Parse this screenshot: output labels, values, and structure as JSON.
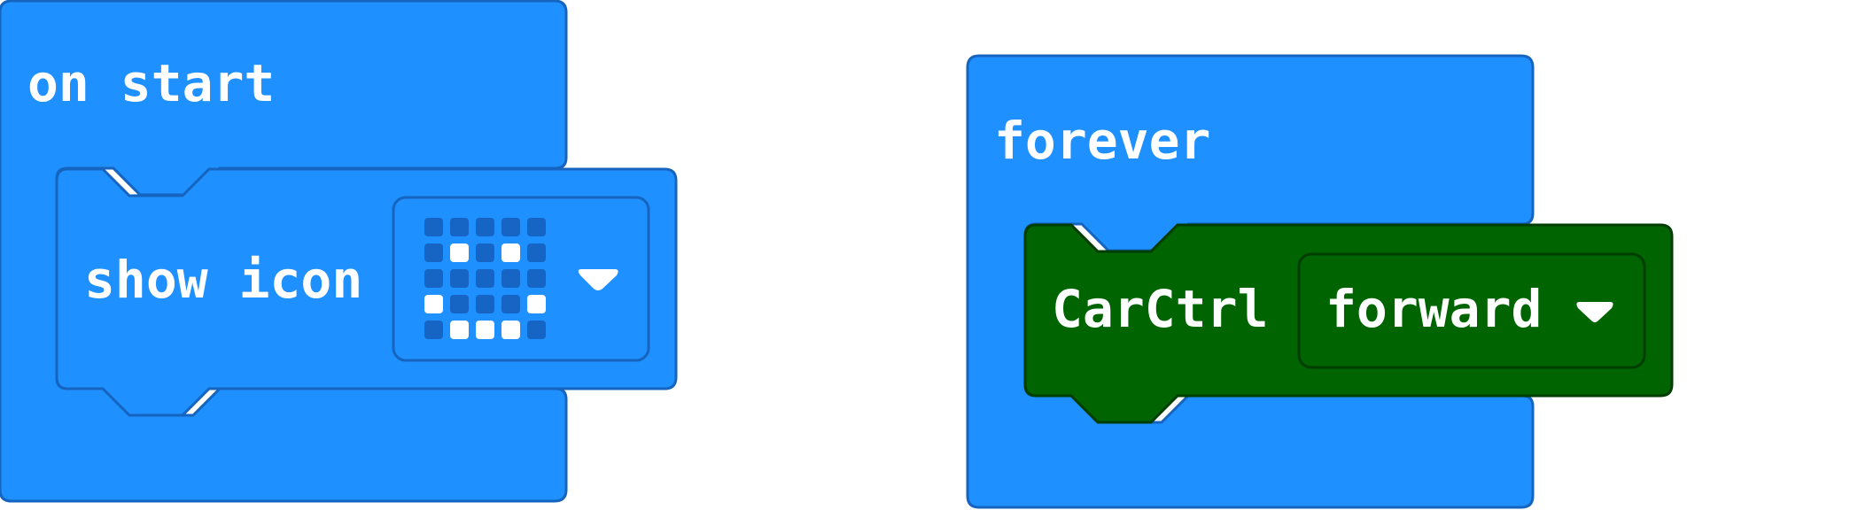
{
  "colors": {
    "basic_block": "#1e90ff",
    "basic_block_border": "#1565c0",
    "carctrl_block": "#006400",
    "carctrl_block_border": "#003d00",
    "led_off": "#1664c4",
    "led_on": "#ffffff",
    "text": "#ffffff",
    "workspace": "#ffffff"
  },
  "on_start_block": {
    "label": "on start"
  },
  "show_icon_block": {
    "label": "show icon",
    "dropdown_icon": "triangle-down-icon",
    "icon_grid": [
      [
        0,
        0,
        0,
        0,
        0
      ],
      [
        0,
        1,
        0,
        1,
        0
      ],
      [
        0,
        0,
        0,
        0,
        0
      ],
      [
        1,
        0,
        0,
        0,
        1
      ],
      [
        0,
        1,
        1,
        1,
        0
      ]
    ]
  },
  "forever_block": {
    "label": "forever"
  },
  "carctrl_block": {
    "label": "CarCtrl",
    "dropdown_value": "forward",
    "dropdown_icon": "triangle-down-icon"
  }
}
